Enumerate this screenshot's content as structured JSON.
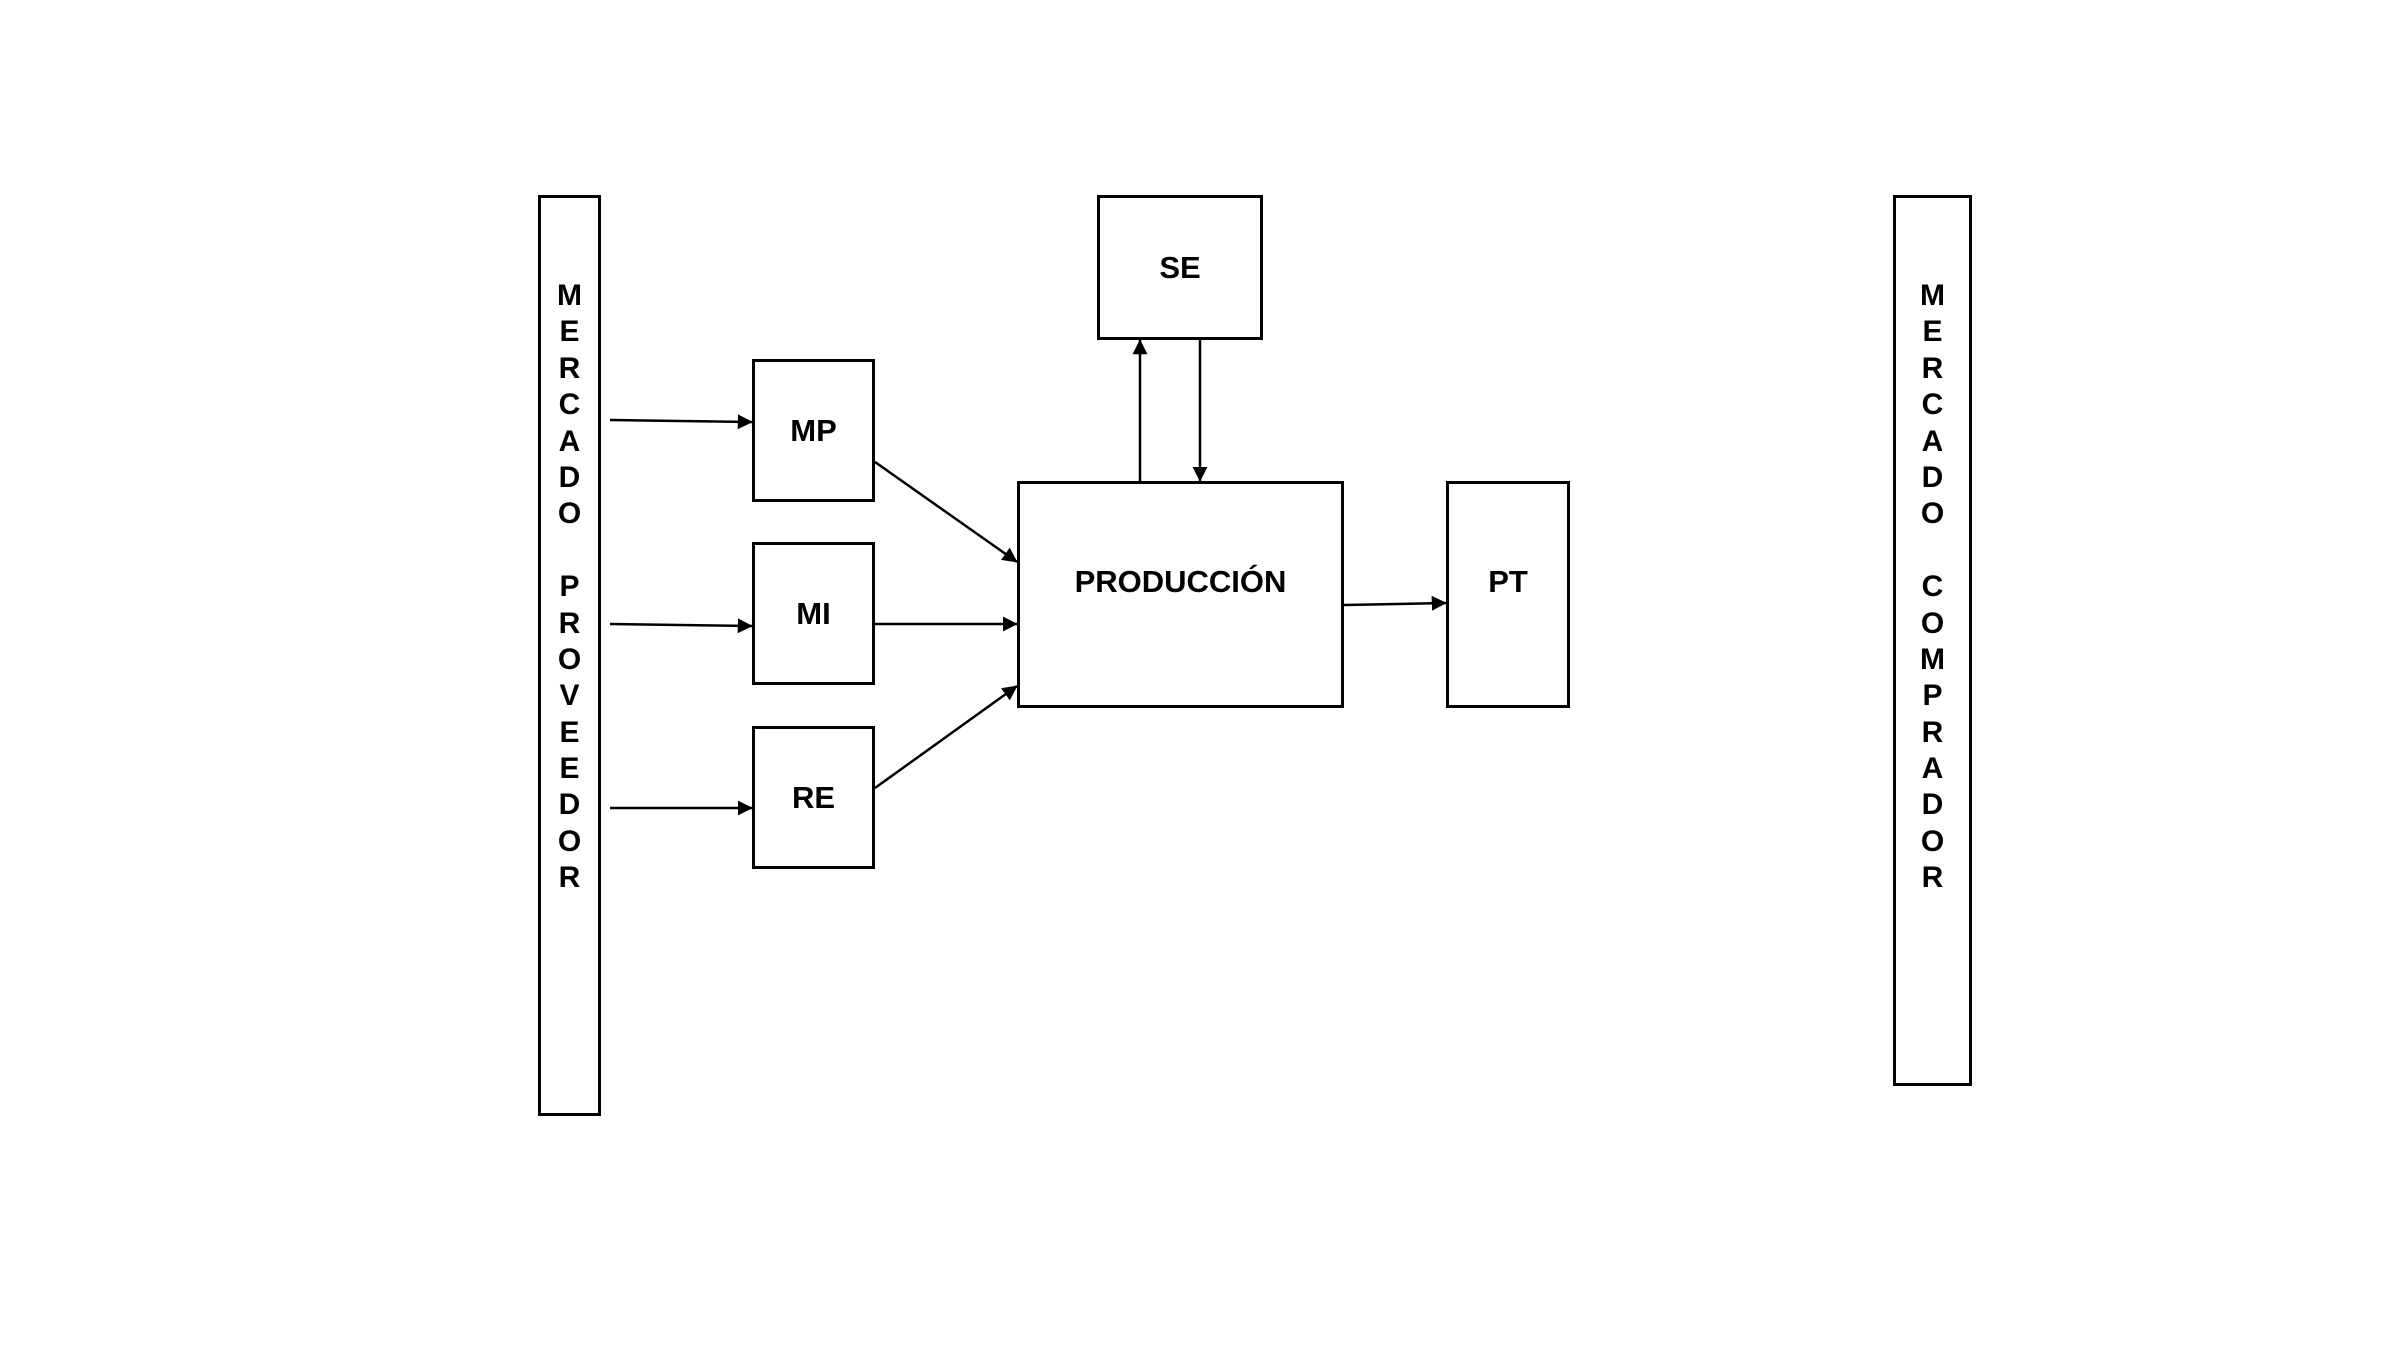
{
  "diagram": {
    "supplier_market": "MERCADO PROVEEDOR",
    "buyer_market": "MERCADO COMPRADOR",
    "nodes": {
      "mp": "MP",
      "mi": "MI",
      "re": "RE",
      "se": "SE",
      "production": "PRODUCCIÓN",
      "pt": "PT"
    },
    "edges": [
      {
        "from": "supplier_market",
        "to": "mp"
      },
      {
        "from": "supplier_market",
        "to": "mi"
      },
      {
        "from": "supplier_market",
        "to": "re"
      },
      {
        "from": "mp",
        "to": "production"
      },
      {
        "from": "mi",
        "to": "production"
      },
      {
        "from": "re",
        "to": "production"
      },
      {
        "from": "production",
        "to": "se"
      },
      {
        "from": "se",
        "to": "production"
      },
      {
        "from": "production",
        "to": "pt"
      }
    ]
  }
}
